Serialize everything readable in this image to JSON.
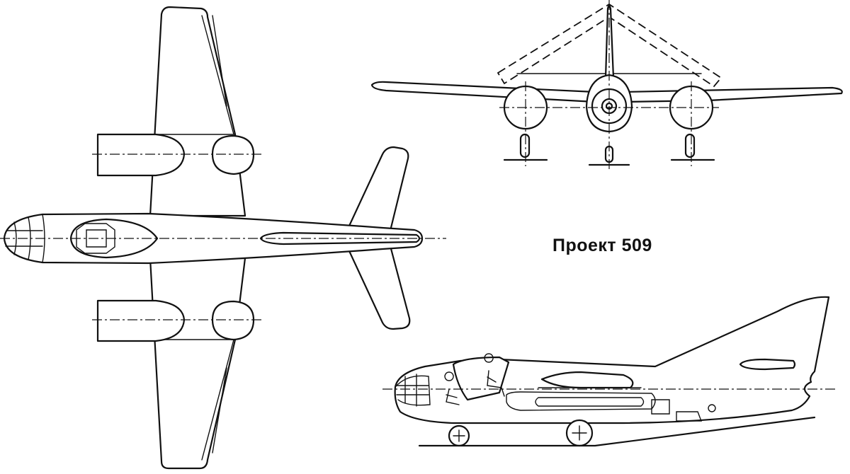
{
  "diagram": {
    "caption": "Проект 509",
    "views": [
      "top-view",
      "front-view",
      "side-view"
    ]
  }
}
